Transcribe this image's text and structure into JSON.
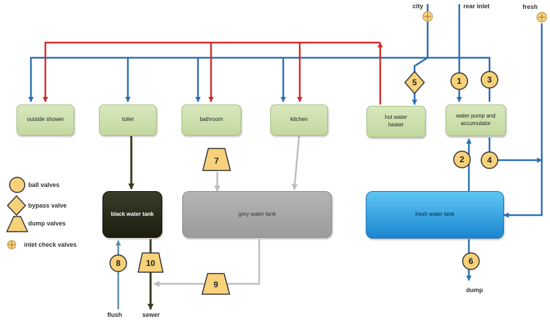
{
  "fixtures": {
    "outside_shower": "outside shower",
    "toilet": "toilet",
    "bathroom": "bathroom",
    "kitchen": "kitchen",
    "hot_water_heater": "hot water heater",
    "water_pump": "water pump and accumulator"
  },
  "tanks": {
    "black": "black water tank",
    "grey": "grey water tank",
    "fresh": "fresh water tank"
  },
  "labels": {
    "city": "city",
    "rear_inlet": "rear inlet",
    "fresh": "fresh",
    "flush": "flush",
    "sewer": "sewer",
    "dump": "dump"
  },
  "legend": {
    "ball": "ball valves",
    "bypass": "bypass valve",
    "dump": "dump valves",
    "check": "inlet check valves"
  },
  "valves": {
    "v1": "1",
    "v2": "2",
    "v3": "3",
    "v4": "4",
    "v5": "5",
    "v6": "6",
    "v7": "7",
    "v8": "8",
    "v9": "9",
    "v10": "10"
  },
  "colors": {
    "cold_line": "#2a6fb3",
    "hot_line": "#d42a2a",
    "black_line": "#3a3a22",
    "grey_line": "#bdbdbd",
    "flush_line": "#5a8fa8",
    "valve_fill": "#f7d27a",
    "valve_stroke": "#333333"
  }
}
